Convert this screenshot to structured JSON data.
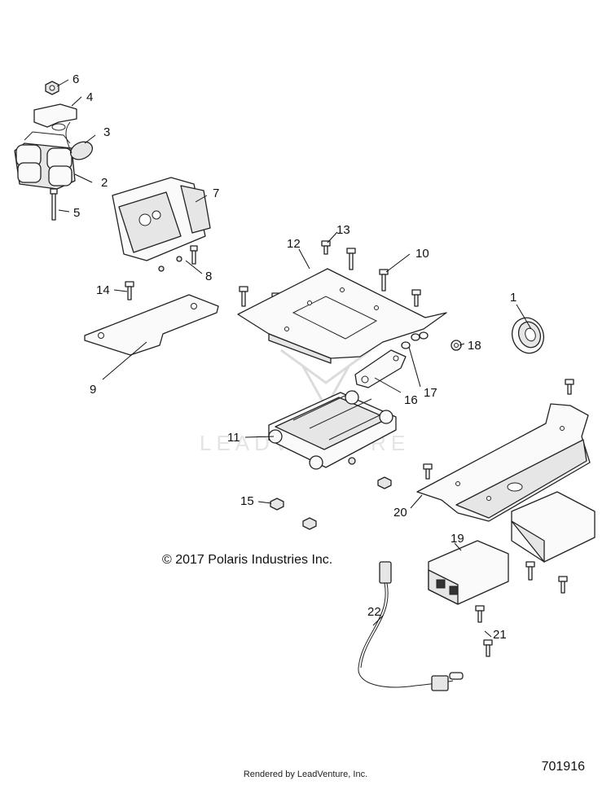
{
  "copyright": "© 2017 Polaris Industries Inc.",
  "footer": "Rendered by LeadVenture, Inc.",
  "diagram_number": "701916",
  "watermark_text": "LEADVENTURE",
  "callouts": [
    "1",
    "2",
    "3",
    "4",
    "5",
    "6",
    "7",
    "8",
    "9",
    "10",
    "11",
    "12",
    "13",
    "14",
    "15",
    "16",
    "17",
    "18",
    "19",
    "20",
    "21",
    "22"
  ]
}
